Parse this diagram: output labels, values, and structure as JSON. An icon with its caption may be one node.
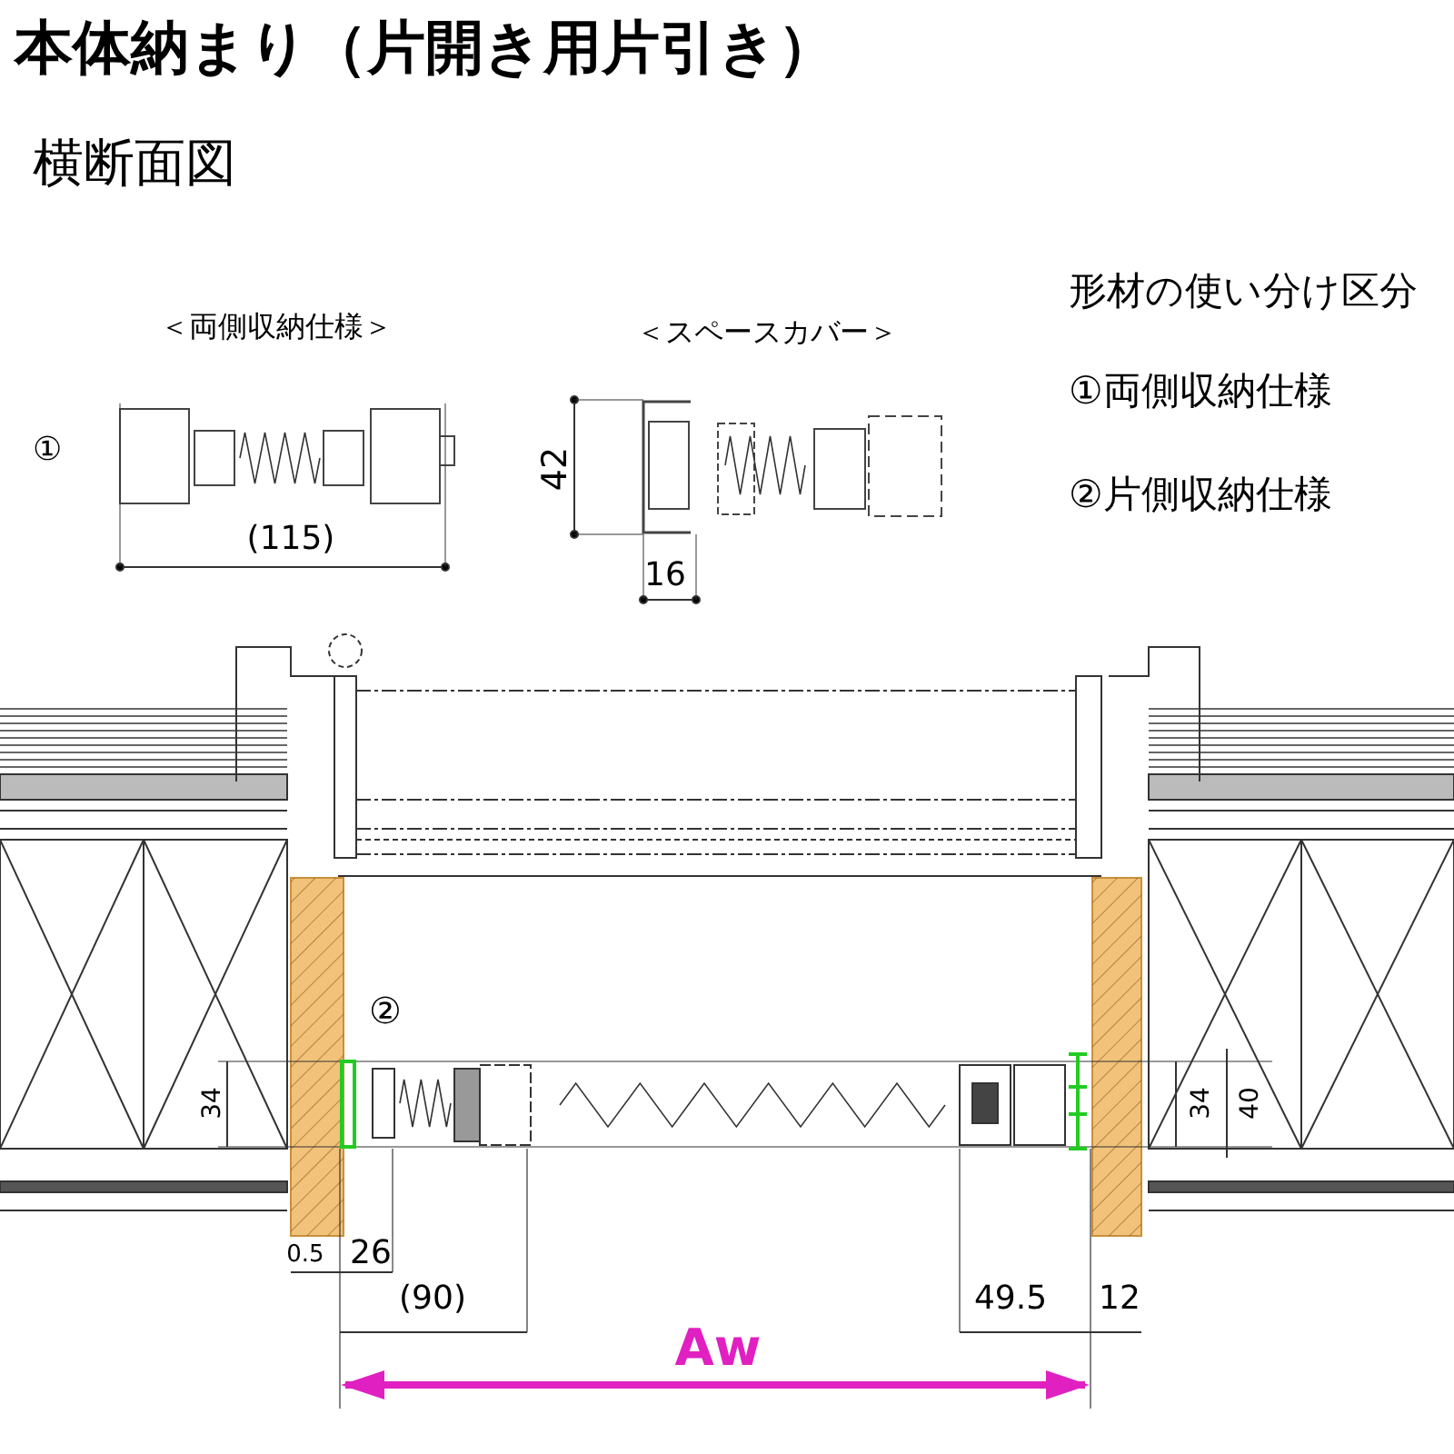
{
  "diagram": {
    "title": "本体納まり（片開き用片引き）",
    "labels": [
      "横断面図",
      "＜両側収納仕様＞",
      "＜スペースカバー＞",
      "形材の使い分け区分",
      "①",
      "①両側収納仕様",
      "42",
      "②片側収納仕様",
      "(115)",
      "16",
      "②",
      "34",
      "34",
      "40",
      "0.5",
      "26",
      "(90)",
      "49.5",
      "12",
      "Aw"
    ]
  }
}
